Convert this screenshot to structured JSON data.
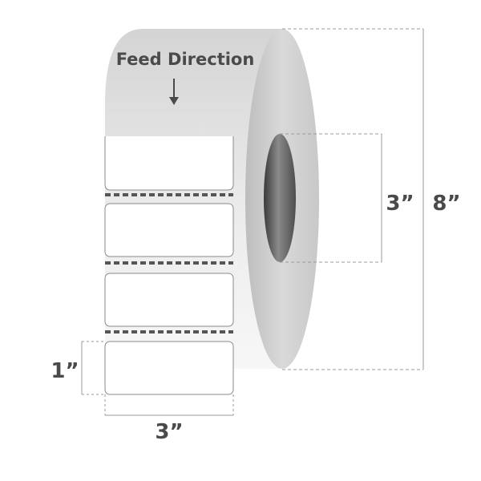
{
  "feed_direction_label": "Feed Direction",
  "dimensions": {
    "roll_outer_diameter": "8”",
    "core_diameter": "3”",
    "label_width": "3”",
    "label_height": "1”"
  },
  "colors": {
    "text": "#4a4a4a",
    "dimension_line": "#9a9a9a",
    "label_border": "#7a7a7a",
    "perforation": "#555555",
    "roll_face": "#cfcfcf",
    "core_hole": "#555555"
  }
}
